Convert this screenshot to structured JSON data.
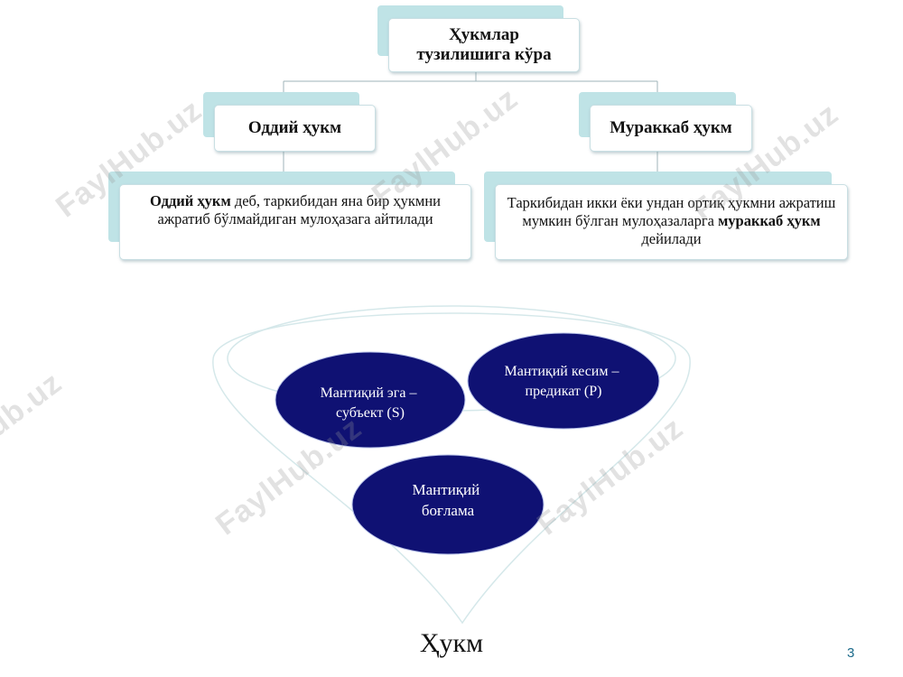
{
  "hierarchy": {
    "root": {
      "line1": "Ҳукмлар",
      "line2": "тузилишига кўра"
    },
    "left": {
      "title": "Оддий ҳукм",
      "desc_bold": "Оддий ҳукм",
      "desc_rest": " деб, таркибидан яна бир ҳукмни ажратиб бўлмайдиган мулоҳазага айтилади"
    },
    "right": {
      "title": "Мураккаб ҳукм",
      "desc_start": "Таркибидан икки ёки ундан ортиқ ҳукмни ажратиш мумкин бўлган мулоҳазаларга ",
      "desc_bold": "мураккаб ҳукм",
      "desc_end": " дейилади"
    }
  },
  "funnel": {
    "label": "Ҳукм",
    "parts": [
      {
        "line1": "Мантиқий эга –",
        "line2": "субъект (S)"
      },
      {
        "line1": "Мантиқий кесим –",
        "line2": "предикат (P)"
      },
      {
        "line1": "Мантиқий",
        "line2": "боғлама"
      }
    ]
  },
  "colors": {
    "accent_teal": "#bfe3e6",
    "ellipse_navy": "#0f1173"
  },
  "watermark": "FaylHub.uz",
  "slide_number": "3"
}
